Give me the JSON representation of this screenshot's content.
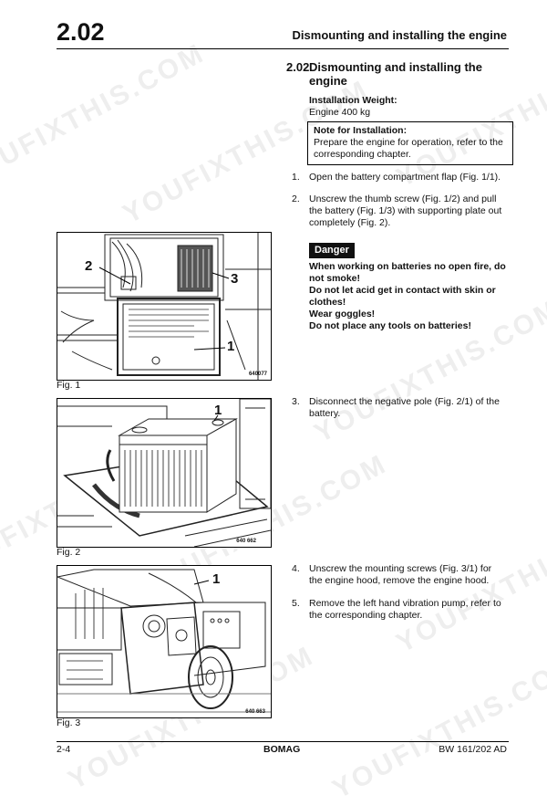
{
  "header": {
    "section_number": "2.02",
    "title": "Dismounting and installing the engine"
  },
  "section": {
    "number": "2.02",
    "title": "Dismounting and installing the engine"
  },
  "installation_weight": {
    "label": "Installation Weight:",
    "value": "Engine 400 kg"
  },
  "note": {
    "heading": "Note for Installation:",
    "text": "Prepare the engine for operation, refer to the corresponding chapter."
  },
  "steps": [
    {
      "num": "1.",
      "text": "Open the battery compartment flap (Fig. 1/1)."
    },
    {
      "num": "2.",
      "text": "Unscrew the thumb screw (Fig. 1/2) and pull the battery (Fig. 1/3) with supporting plate out completely (Fig. 2)."
    },
    {
      "num": "3.",
      "text": "Disconnect the negative pole (Fig. 2/1) of the battery."
    },
    {
      "num": "4.",
      "text": "Unscrew the mounting screws (Fig. 3/1) for the engine hood, remove the engine hood."
    },
    {
      "num": "5.",
      "text": "Remove the left hand vibration pump, refer to the corresponding chapter."
    }
  ],
  "danger": {
    "badge": "Danger",
    "lines": [
      "When working on batteries no open fire, do not smoke!",
      "Do not let acid get in contact with skin or clothes!",
      "Wear goggles!",
      "Do not place any tools on batteries!"
    ]
  },
  "figures": [
    {
      "caption": "Fig. 1",
      "number": "640077",
      "callouts": [
        "2",
        "3",
        "1"
      ]
    },
    {
      "caption": "Fig. 2",
      "number": "640 662",
      "callouts": [
        "1"
      ]
    },
    {
      "caption": "Fig. 3",
      "number": "640 663",
      "callouts": [
        "1"
      ]
    }
  ],
  "watermark": "YOUFIXTHIS.COM",
  "footer": {
    "page": "2-4",
    "brand": "BOMAG",
    "model": "BW 161/202 AD"
  }
}
